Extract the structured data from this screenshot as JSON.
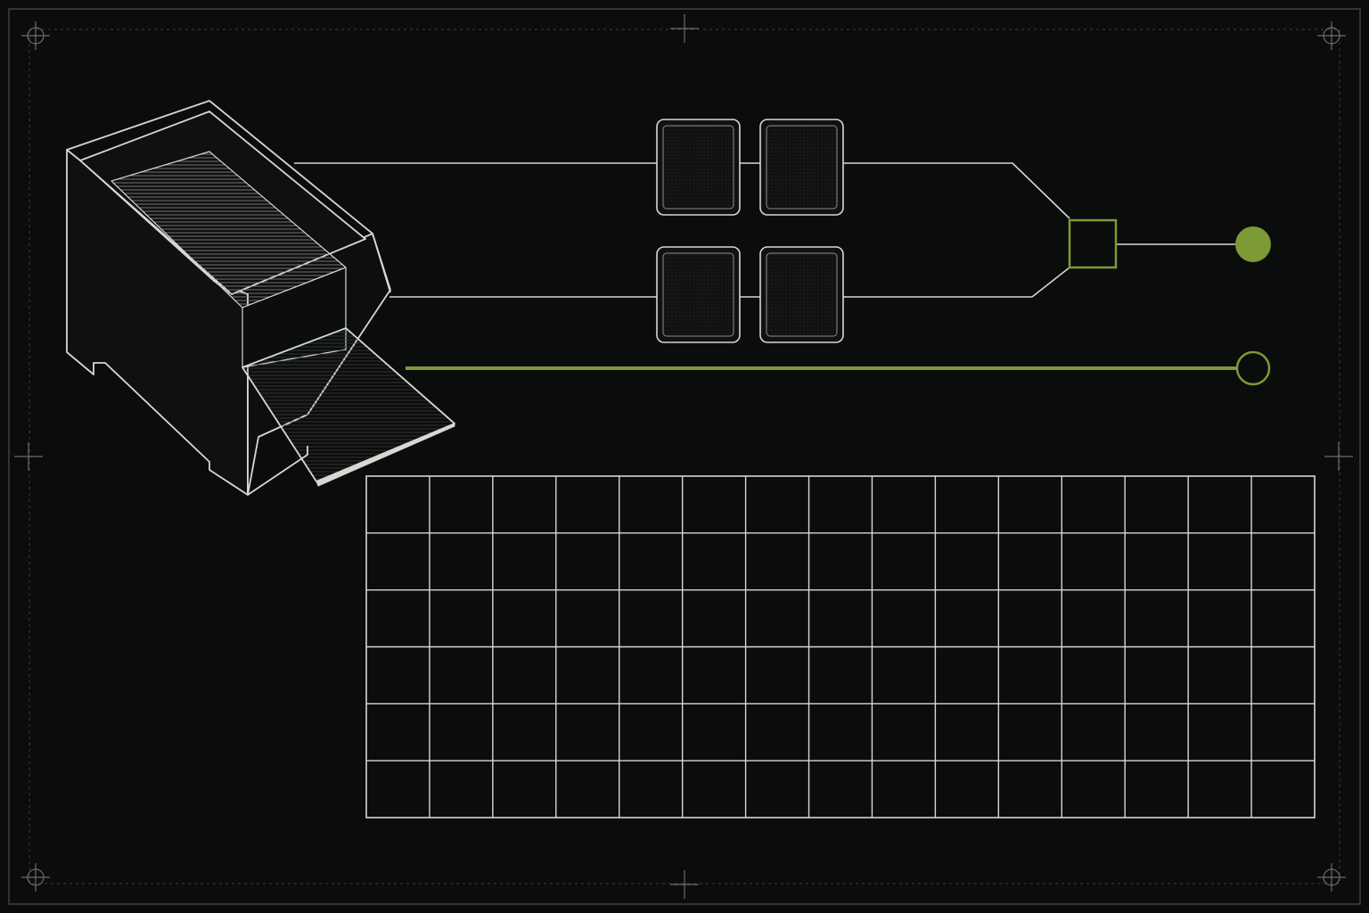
{
  "diagram": {
    "colors": {
      "background": "#0b0c0c",
      "line": "#d6d8d2",
      "line_dim": "#5a5d58",
      "accent": "#7c9a36"
    },
    "nodes": {
      "card_shoe": {
        "icon": "card-shoe-icon"
      },
      "cards": [
        {
          "icon": "card-back-icon",
          "row": 1,
          "col": 1
        },
        {
          "icon": "card-back-icon",
          "row": 1,
          "col": 2
        },
        {
          "icon": "card-back-icon",
          "row": 2,
          "col": 1
        },
        {
          "icon": "card-back-icon",
          "row": 2,
          "col": 2
        }
      ],
      "merge_node": {
        "icon": "square-node-icon",
        "filled": false
      },
      "end_filled": {
        "icon": "filled-circle-terminal-icon",
        "filled": true
      },
      "end_hollow": {
        "icon": "hollow-circle-terminal-icon",
        "filled": false
      }
    },
    "table_grid": {
      "rows": 6,
      "cols": 15
    }
  }
}
